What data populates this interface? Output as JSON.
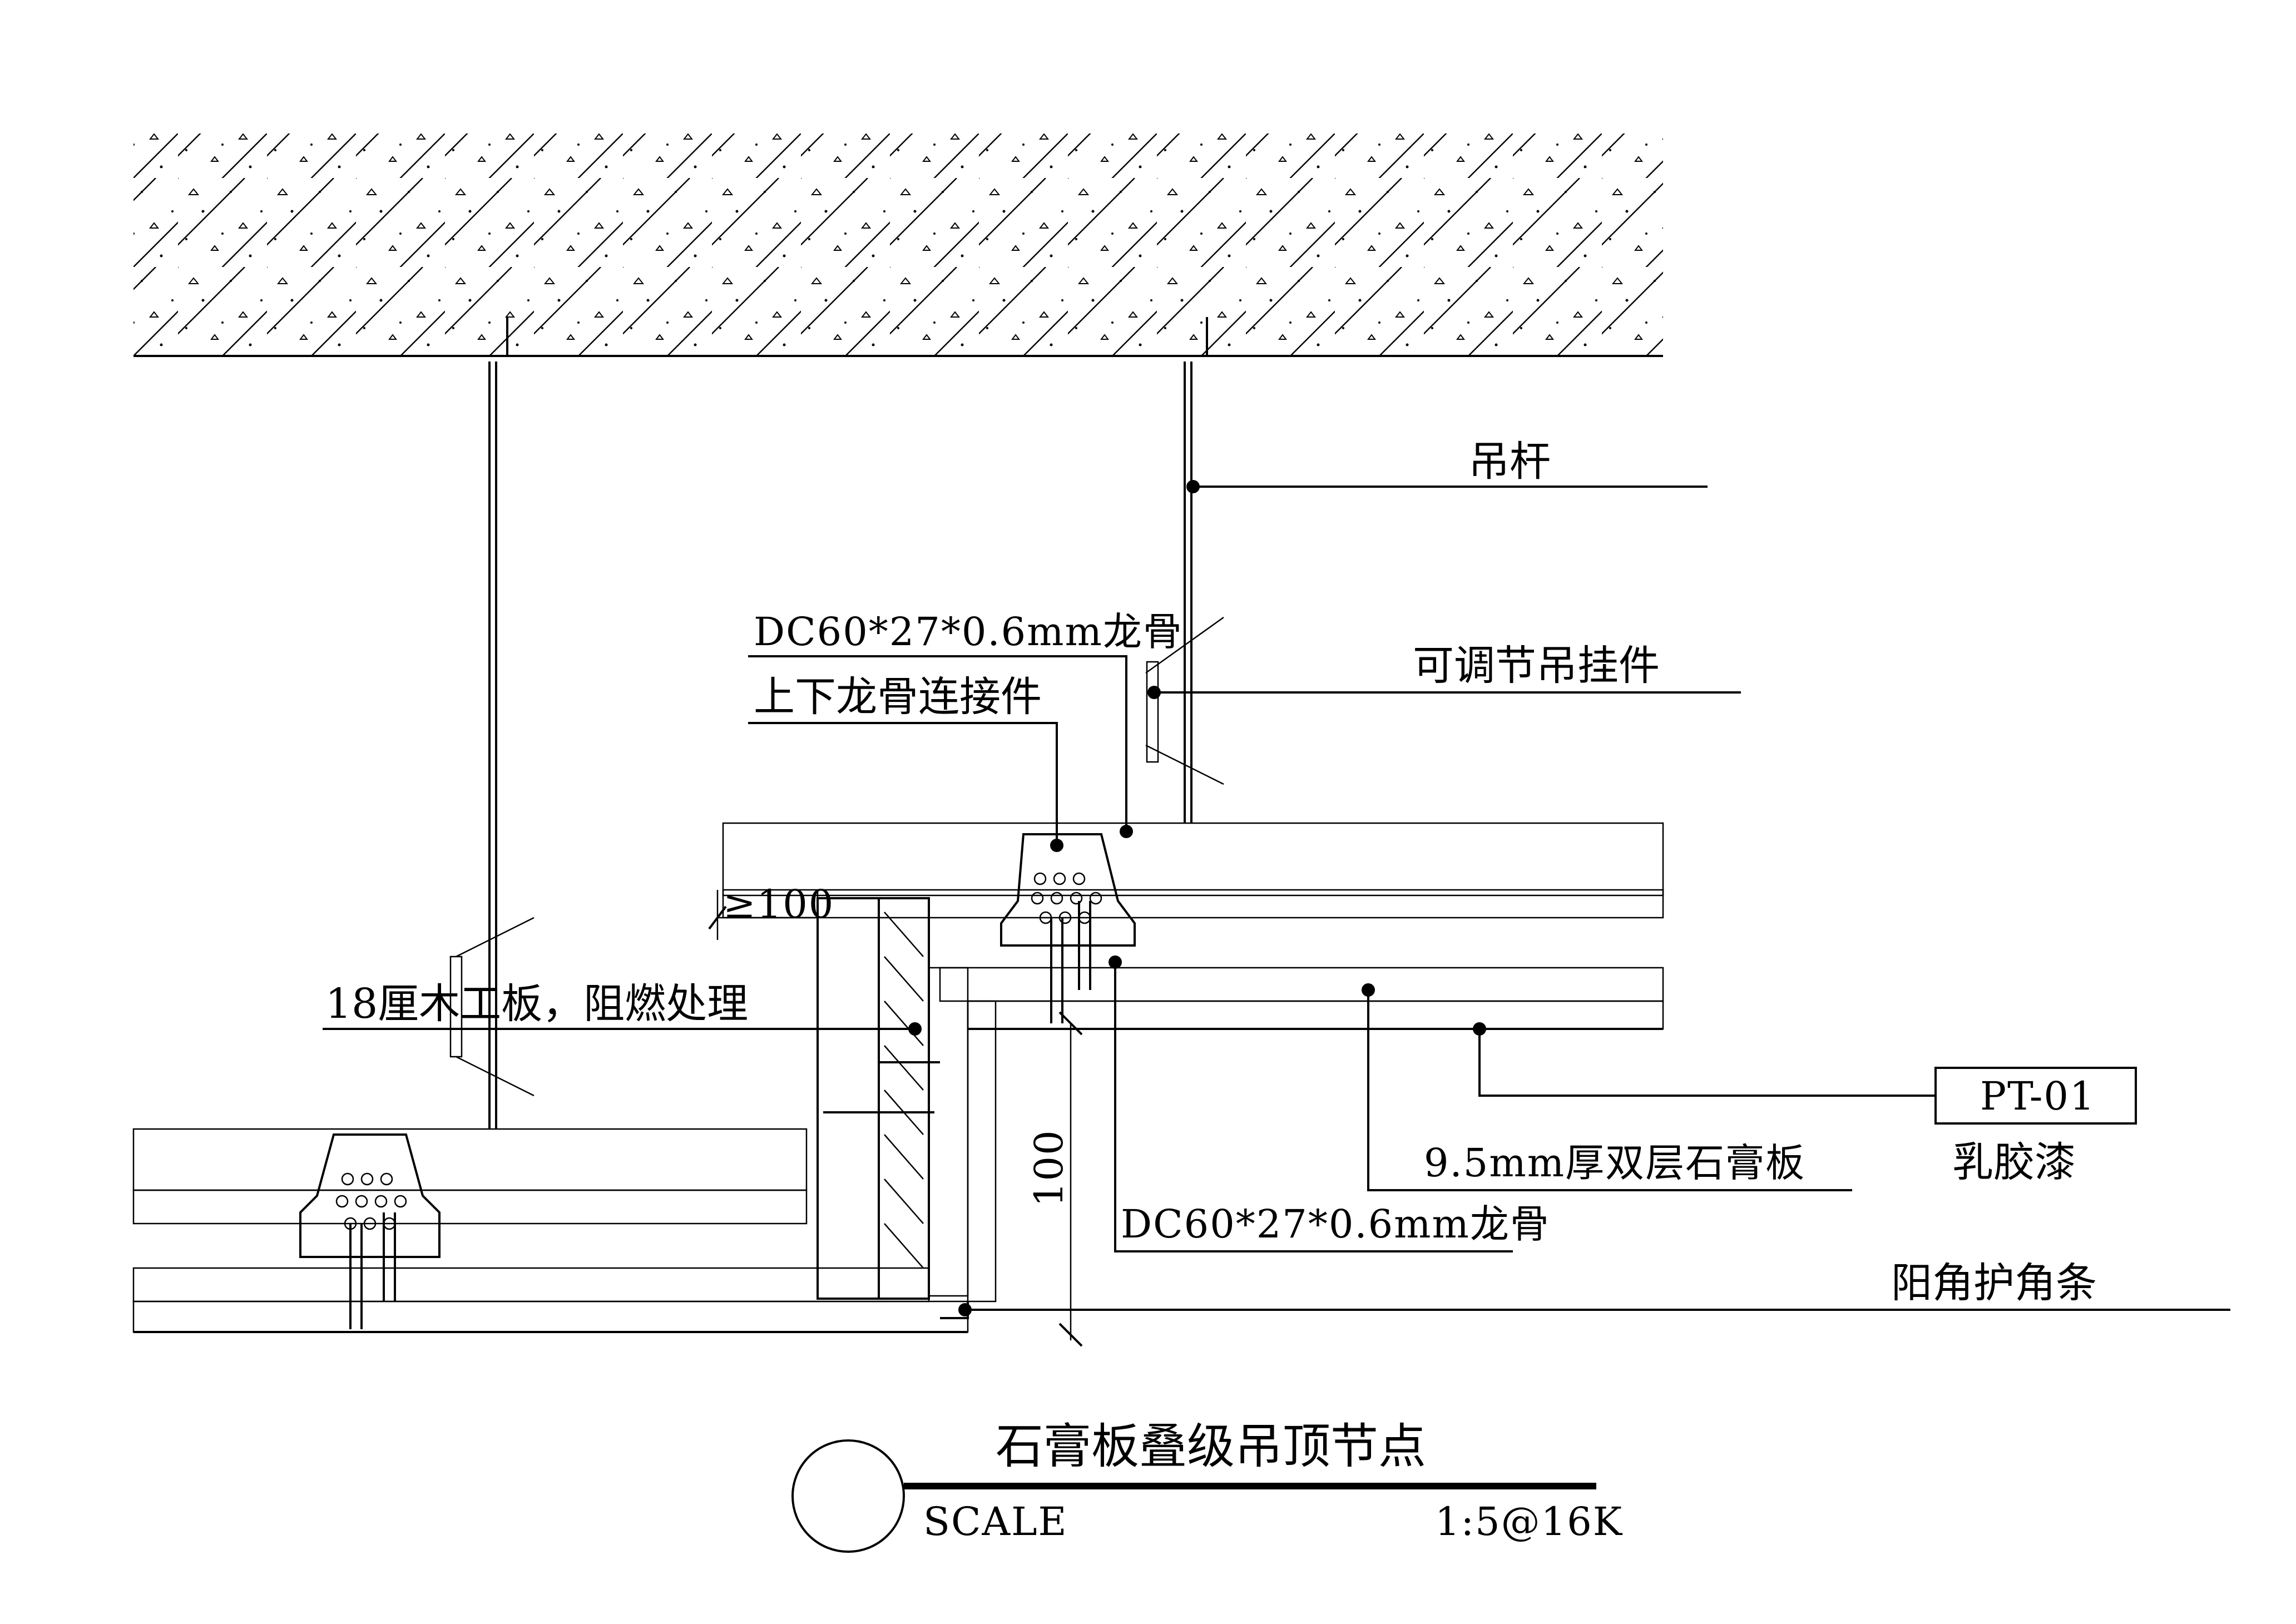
{
  "drawing": {
    "title": "石膏板叠级吊顶节点",
    "scale_label": "SCALE",
    "scale_value": "1:5@16K"
  },
  "labels": {
    "hanger_rod": "吊杆",
    "adjustable_hanger": "可调节吊挂件",
    "keel_upper": "DC60*27*0.6mm龙骨",
    "connector": "上下龙骨连接件",
    "min_overlap": "≥100",
    "plywood": "18厘木工板，阻燃处理",
    "gypsum_board": "9.5mm厚双层石膏板",
    "keel_lower": "DC60*27*0.6mm龙骨",
    "corner_bead": "阳角护角条",
    "finish_code": "PT-01",
    "finish_name": "乳胶漆",
    "dimension_drop": "100"
  }
}
